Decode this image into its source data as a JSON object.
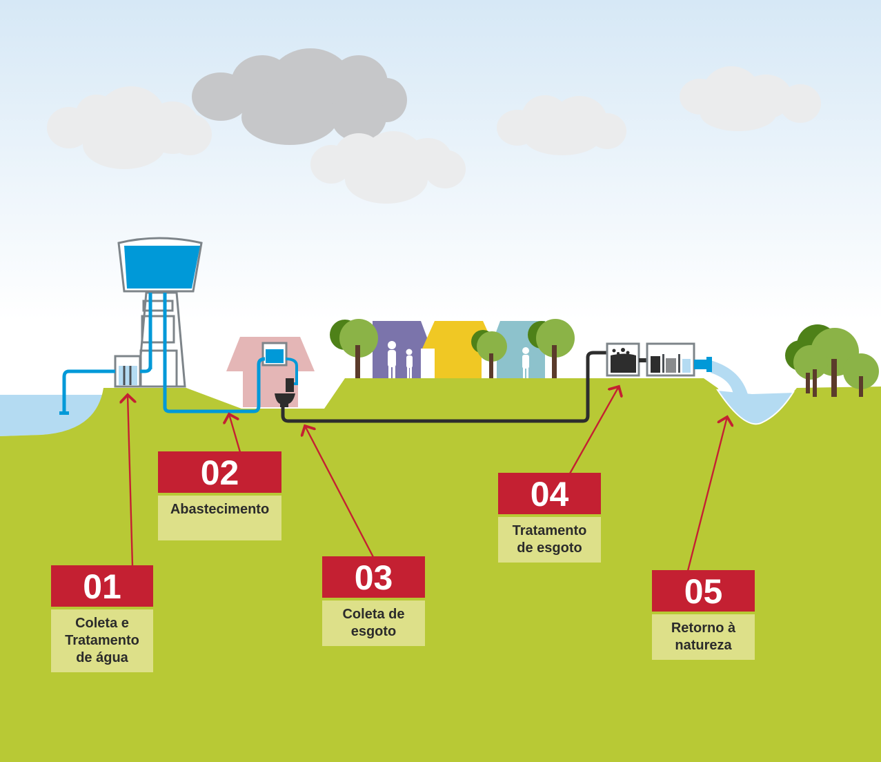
{
  "diagram": {
    "language": "pt-BR",
    "colors": {
      "sky_top": "#d6e8f6",
      "sky_bottom": "#ffffff",
      "ground": "#b8c935",
      "water_light": "#b4dbf2",
      "water_blue": "#0099d8",
      "structure_gray": "#7d8489",
      "sewage_pipe": "#2d2d2d",
      "callout_red": "#c42032",
      "callout_label_bg": "#dde089",
      "house_pink": "#e4b6b6",
      "house_purple": "#7b74ab",
      "house_yellow": "#f0c824",
      "house_teal": "#8dc2cc",
      "tree_dark": "#4e8118",
      "tree_light": "#8bb347",
      "trunk": "#5b3b2b",
      "cloud_gray": "#c6c7c9",
      "cloud_white": "#ebeced"
    },
    "steps": [
      {
        "number": "01",
        "label": "Coleta e\nTratamento\nde água"
      },
      {
        "number": "02",
        "label": "Abastecimento"
      },
      {
        "number": "03",
        "label": "Coleta de\nesgoto"
      },
      {
        "number": "04",
        "label": "Tratamento\nde esgoto"
      },
      {
        "number": "05",
        "label": "Retorno à\nnatureza"
      }
    ]
  }
}
